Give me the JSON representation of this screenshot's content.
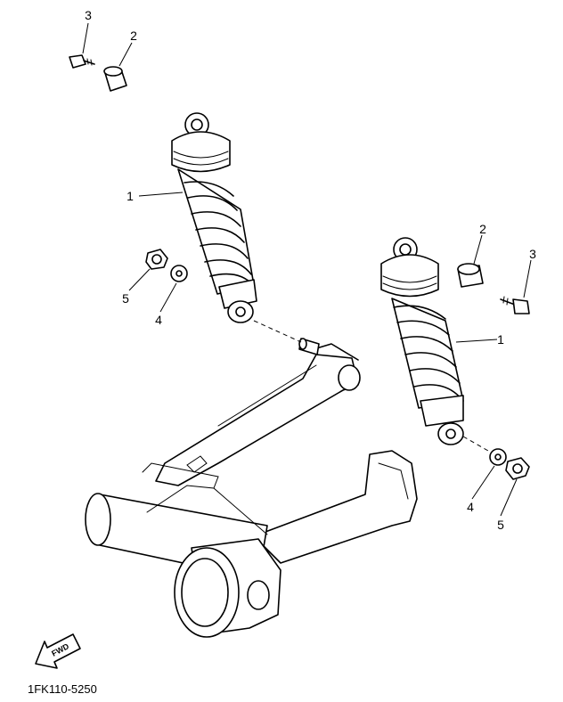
{
  "diagram": {
    "part_code": "1FK110-5250",
    "direction_label": "FWD",
    "callouts": {
      "shock_left": "1",
      "shock_right": "1",
      "collar_top": "2",
      "collar_right": "2",
      "bolt_top": "3",
      "bolt_right": "3",
      "washer_left": "4",
      "washer_right": "4",
      "nut_left": "5",
      "nut_right": "5"
    },
    "icons": [
      "fwd-arrow-icon"
    ]
  }
}
